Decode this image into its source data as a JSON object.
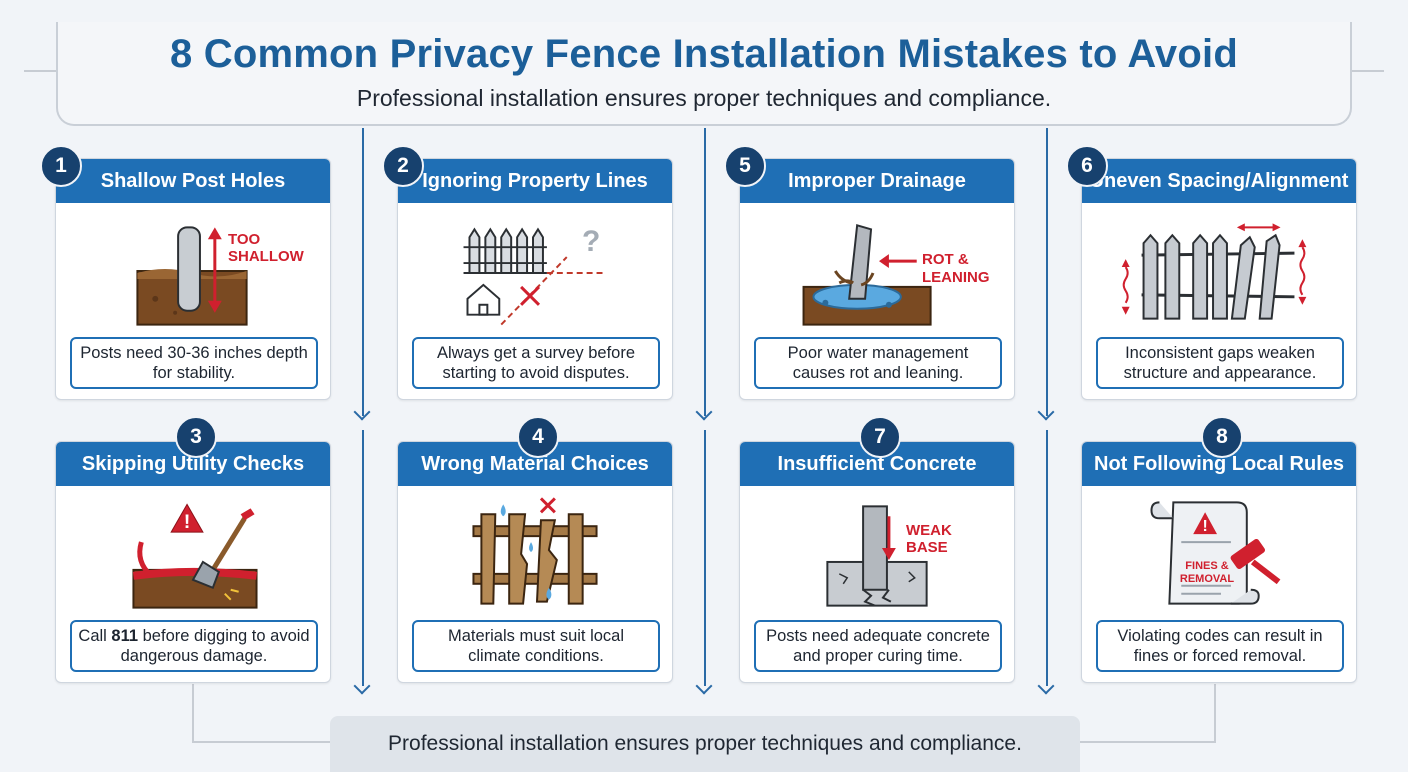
{
  "header": {
    "title": "8 Common Privacy Fence Installation Mistakes to Avoid",
    "subtitle": "Professional installation ensures proper techniques and compliance."
  },
  "cards": {
    "c1": {
      "number": "1",
      "title": "Shallow Post Holes",
      "callout": "TOO SHALLOW",
      "description": "Posts need 30-36 inches depth for stability."
    },
    "c2": {
      "number": "2",
      "title": "Ignoring Property Lines",
      "callout": "?",
      "description": "Always get a survey before starting to avoid disputes."
    },
    "c5": {
      "number": "5",
      "title": "Improper Drainage",
      "callout": "ROT & LEANING",
      "description": "Poor water management causes rot and leaning."
    },
    "c6": {
      "number": "6",
      "title": "Uneven Spacing/Alignment",
      "callout": "",
      "description": "Inconsistent gaps weaken structure and appearance."
    },
    "c3": {
      "number": "3",
      "title": "Skipping Utility Checks",
      "callout": "",
      "description_pre": "Call ",
      "description_bold": "811",
      "description_post": " before digging to avoid dangerous damage."
    },
    "c4": {
      "number": "4",
      "title": "Wrong Material Choices",
      "callout": "",
      "description": "Materials must suit local climate conditions."
    },
    "c7": {
      "number": "7",
      "title": "Insufficient Concrete",
      "callout": "WEAK BASE",
      "description": "Posts need adequate concrete and proper curing time."
    },
    "c8": {
      "number": "8",
      "title": "Not Following Local Rules",
      "callout": "FINES & REMOVAL",
      "description": "Violating codes can result in fines or forced removal."
    }
  },
  "footer": {
    "text": "Professional installation ensures proper techniques and compliance."
  },
  "colors": {
    "title_blue": "#1c5f99",
    "header_blue": "#1f6fb5",
    "badge_navy": "#17416e",
    "warning_red": "#d0202e",
    "soil_brown": "#7a4a22"
  },
  "icons": [
    "fence-post-icon",
    "property-line-icon",
    "drainage-icon",
    "uneven-fence-icon",
    "shovel-utility-icon",
    "damaged-wood-icon",
    "weak-concrete-icon",
    "legal-document-icon"
  ]
}
